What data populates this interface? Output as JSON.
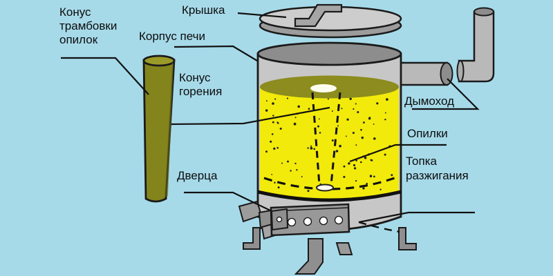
{
  "labels": {
    "tamping_cone": [
      "Конус",
      "трамбовки",
      "опилок"
    ],
    "lid": "Крышка",
    "stove_body": "Корпус печи",
    "burning_cone": [
      "Конус",
      "горения"
    ],
    "door": "Дверца",
    "chimney": "Дымоход",
    "sawdust": "Опилки",
    "ignition_firebox": [
      "Топка",
      "разжигания"
    ]
  },
  "colors": {
    "background": "#a6dae9",
    "sawdust_yellow": "#f2ea0a",
    "sawdust_surface": "#8c8c1f",
    "cone": "#84841d",
    "metal_light": "#cdcdcd",
    "metal_body": "#c7c7c7",
    "metal_mid": "#b9b9b9",
    "metal_dark": "#8d8d8d",
    "door_plate": "#989898",
    "outline": "#1a1a1a"
  }
}
